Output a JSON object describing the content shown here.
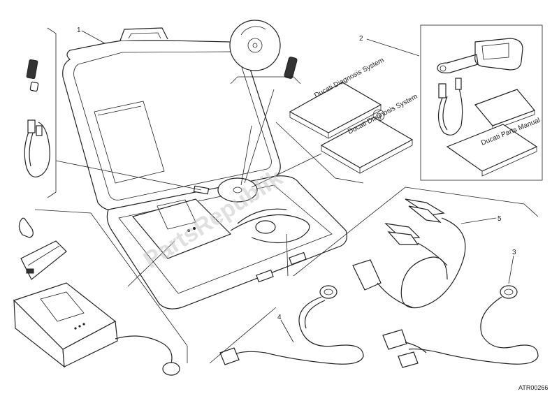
{
  "diagram": {
    "callouts": [
      "1",
      "2",
      "3",
      "4",
      "5"
    ],
    "watermark": "PartsRepublik",
    "drawing_code": "ATR00266",
    "booklet_texts": [
      "Ducati Diagnosis System",
      "Ducati Diagnosis System",
      "Ducati Parts Manual"
    ]
  }
}
